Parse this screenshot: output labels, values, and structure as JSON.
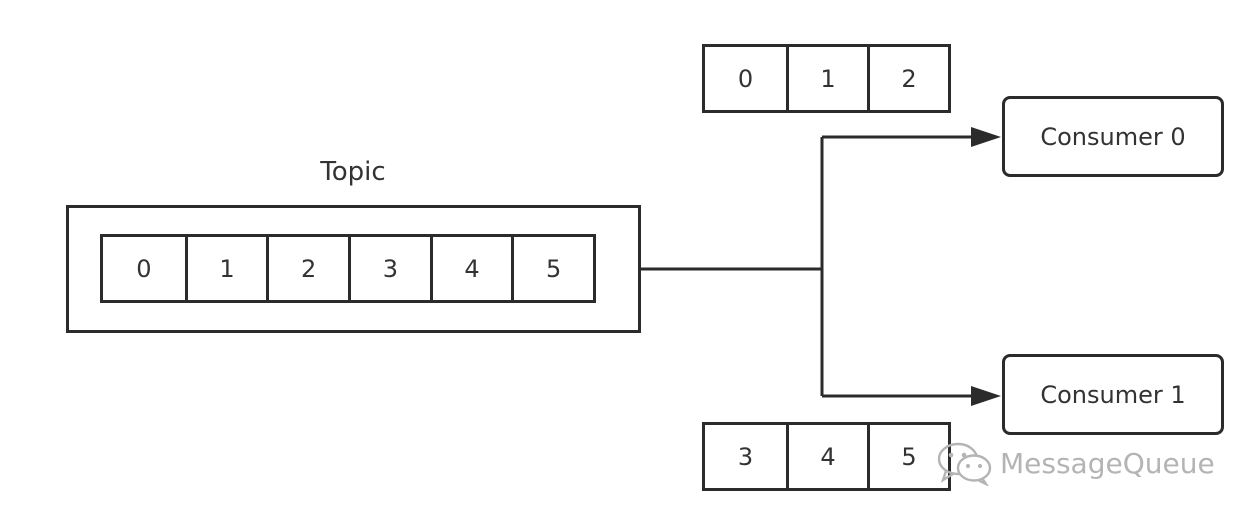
{
  "topic": {
    "label": "Topic",
    "queues": [
      "0",
      "1",
      "2",
      "3",
      "4",
      "5"
    ]
  },
  "consumers": [
    {
      "name": "Consumer 0",
      "queues": [
        "0",
        "1",
        "2"
      ]
    },
    {
      "name": "Consumer 1",
      "queues": [
        "3",
        "4",
        "5"
      ]
    }
  ],
  "watermark": {
    "text": "MessageQueue",
    "icon": "wechat-icon"
  },
  "colors": {
    "stroke": "#2b2b2b",
    "text": "#333333",
    "watermark": "#b4b4b4"
  }
}
